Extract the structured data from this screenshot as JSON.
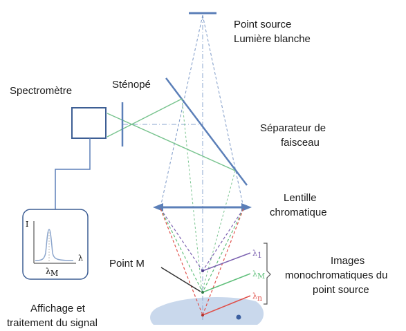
{
  "labels": {
    "point_source_line1": "Point source",
    "point_source_line2": "Lumière blanche",
    "spectrometer": "Spectromètre",
    "pinhole": "Sténopé",
    "beam_splitter_line1": "Séparateur de",
    "beam_splitter_line2": "faisceau",
    "lens_line1": "Lentille",
    "lens_line2": "chromatique",
    "point_m": "Point M",
    "images_line1": "Images",
    "images_line2": "monochromatiques du",
    "images_line3": "point source",
    "display_line1": "Affichage et",
    "display_line2": "traitement du signal"
  },
  "symbols": {
    "lambda1": "λ",
    "lambda1_sub": "1",
    "lambdaM": "λ",
    "lambdaM_sub": "M",
    "lambdan": "λ",
    "lambdan_sub": "n",
    "graph_y": "I",
    "graph_x": "λ",
    "graph_peak": "λ",
    "graph_peak_sub": "M"
  },
  "colors": {
    "optics_blue": "#5b7fb8",
    "violet": "#7b61b0",
    "green": "#5fbf7a",
    "red": "#e0504a",
    "sample": "#c9d8ec"
  }
}
